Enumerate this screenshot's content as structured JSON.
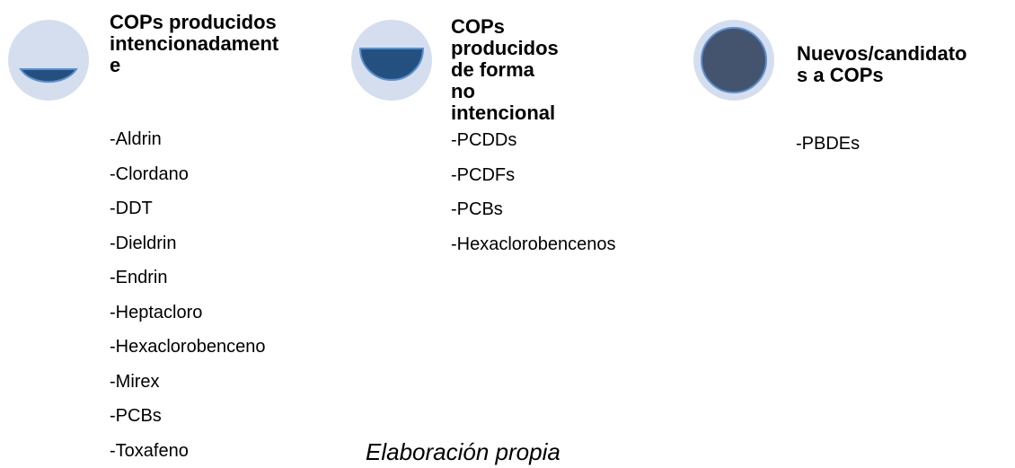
{
  "categories": [
    {
      "title_lines": [
        "COPs producidos",
        "intencionadament",
        "e"
      ],
      "icon": "bowl-shallow-fill-icon",
      "items": [
        "-Aldrin",
        "-Clordano",
        "-DDT",
        "-Dieldrin",
        "-Endrin",
        "-Heptacloro",
        "-Hexaclorobenceno",
        "-Mirex",
        "-PCBs",
        "-Toxafeno"
      ]
    },
    {
      "title_lines": [
        "COPs producidos",
        "de forma no",
        "intencional"
      ],
      "icon": "bowl-half-fill-icon",
      "items": [
        "-PCDDs",
        "-PCDFs",
        "-PCBs",
        "-Hexaclorobencenos"
      ]
    },
    {
      "title_lines": [
        "Nuevos/candidato",
        "s a COPs"
      ],
      "icon": "full-circle-fill-icon",
      "items": [
        "-PBDEs"
      ]
    }
  ],
  "caption": "Elaboración propia",
  "colors": {
    "icon_outer": "#d5deef",
    "icon_fill_blue": "#24507f",
    "icon_fill_dark": "#45546e",
    "icon_stroke": "#5a8fd0"
  }
}
